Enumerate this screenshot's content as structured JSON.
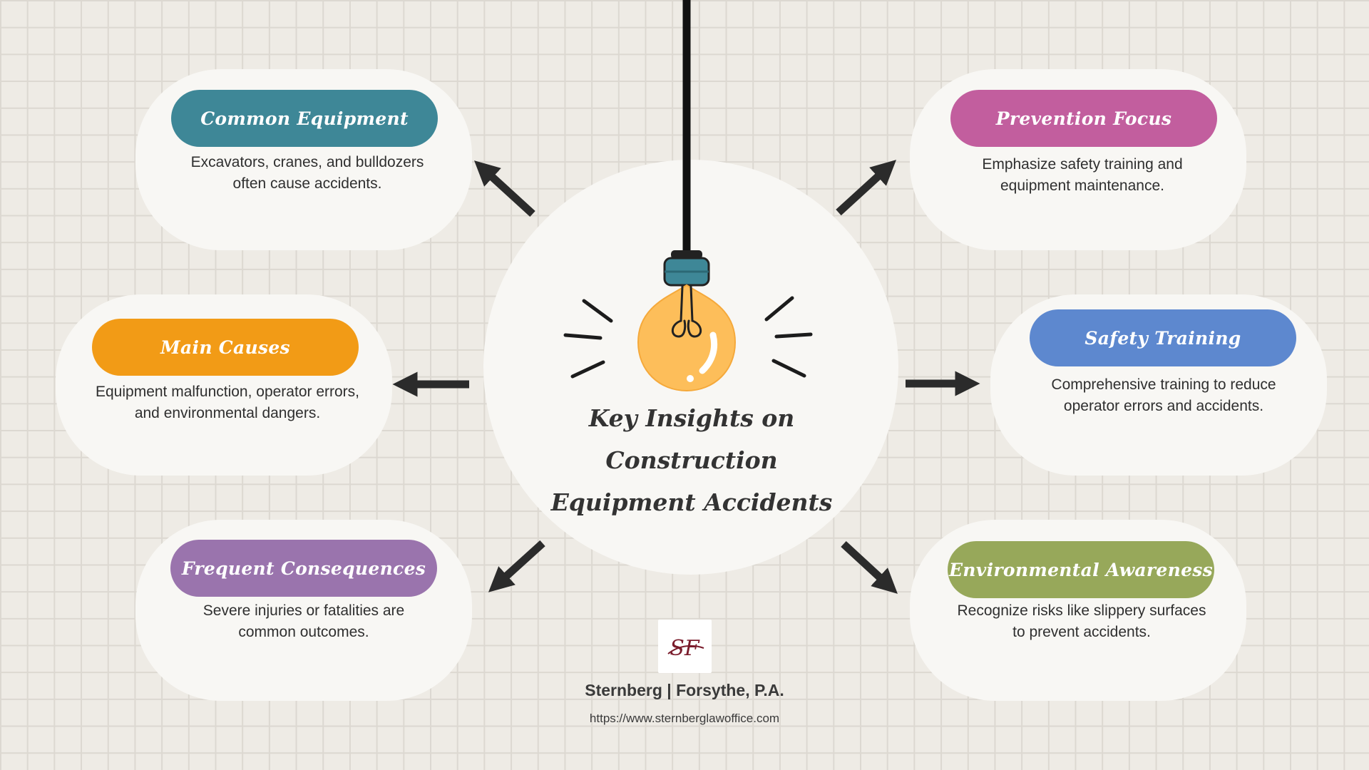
{
  "hub": {
    "title": "Key Insights on Construction Equipment Accidents"
  },
  "nodes": [
    {
      "id": "common-equipment",
      "title": "Common Equipment",
      "color": "#3e8797",
      "text": "Excavators, cranes, and bulldozers often cause accidents."
    },
    {
      "id": "main-causes",
      "title": "Main Causes",
      "color": "#f29b16",
      "text": "Equipment malfunction, operator errors, and environmental dangers."
    },
    {
      "id": "frequent-consequences",
      "title": "Frequent Consequences",
      "color": "#9a74ad",
      "text": "Severe injuries or fatalities are common outcomes."
    },
    {
      "id": "prevention-focus",
      "title": "Prevention Focus",
      "color": "#c25e9e",
      "text": "Emphasize safety training and equipment maintenance."
    },
    {
      "id": "safety-training",
      "title": "Safety Training",
      "color": "#5d88cf",
      "text": "Comprehensive training to reduce operator errors and accidents."
    },
    {
      "id": "environmental-awareness",
      "title": "Environmental Awareness",
      "color": "#97a85a",
      "text": "Recognize risks like slippery surfaces to prevent accidents."
    }
  ],
  "branding": {
    "name": "Sternberg | Forsythe, P.A.",
    "url": "https://www.sternberglawoffice.com",
    "logo_text": "SF"
  },
  "colors": {
    "background": "#eeebe5",
    "card": "#f8f7f4",
    "arrow": "#2b2b2b",
    "bulb": "#fdbe5a",
    "bulb_cap": "#3e8797"
  },
  "icons": [
    "lightbulb-icon",
    "arrow-icon",
    "logo-icon"
  ]
}
